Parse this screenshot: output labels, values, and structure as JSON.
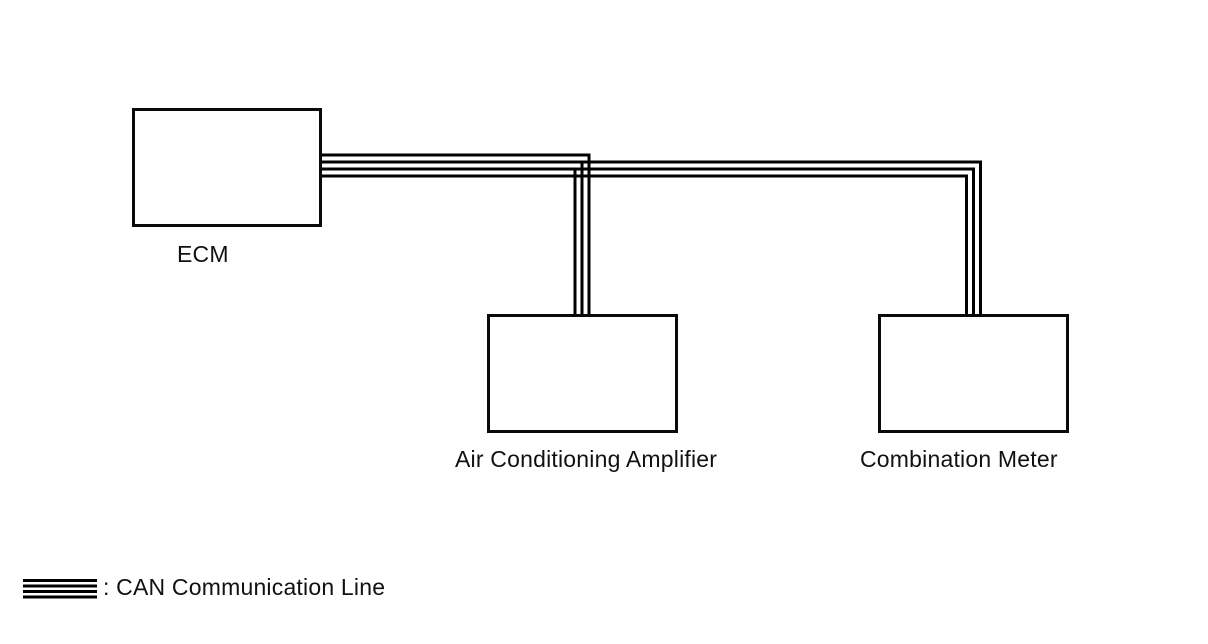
{
  "diagram": {
    "kind": "CAN communication line diagram",
    "background_color": "#ffffff",
    "line_color": "#000000",
    "text_color": "#111111"
  },
  "nodes": [
    {
      "id": "ecm",
      "label": "ECM"
    },
    {
      "id": "air-conditioning-amplifier",
      "label": "Air Conditioning Amplifier"
    },
    {
      "id": "combination-meter",
      "label": "Combination Meter"
    }
  ],
  "connections": [
    {
      "from": "ECM",
      "to": "Air Conditioning Amplifier",
      "via": "CAN Communication Line"
    },
    {
      "from": "ECM",
      "to": "Combination Meter",
      "via": "CAN Communication Line"
    }
  ],
  "legend": {
    "symbol": "can-communication-line-symbol",
    "label": ": CAN Communication Line"
  }
}
